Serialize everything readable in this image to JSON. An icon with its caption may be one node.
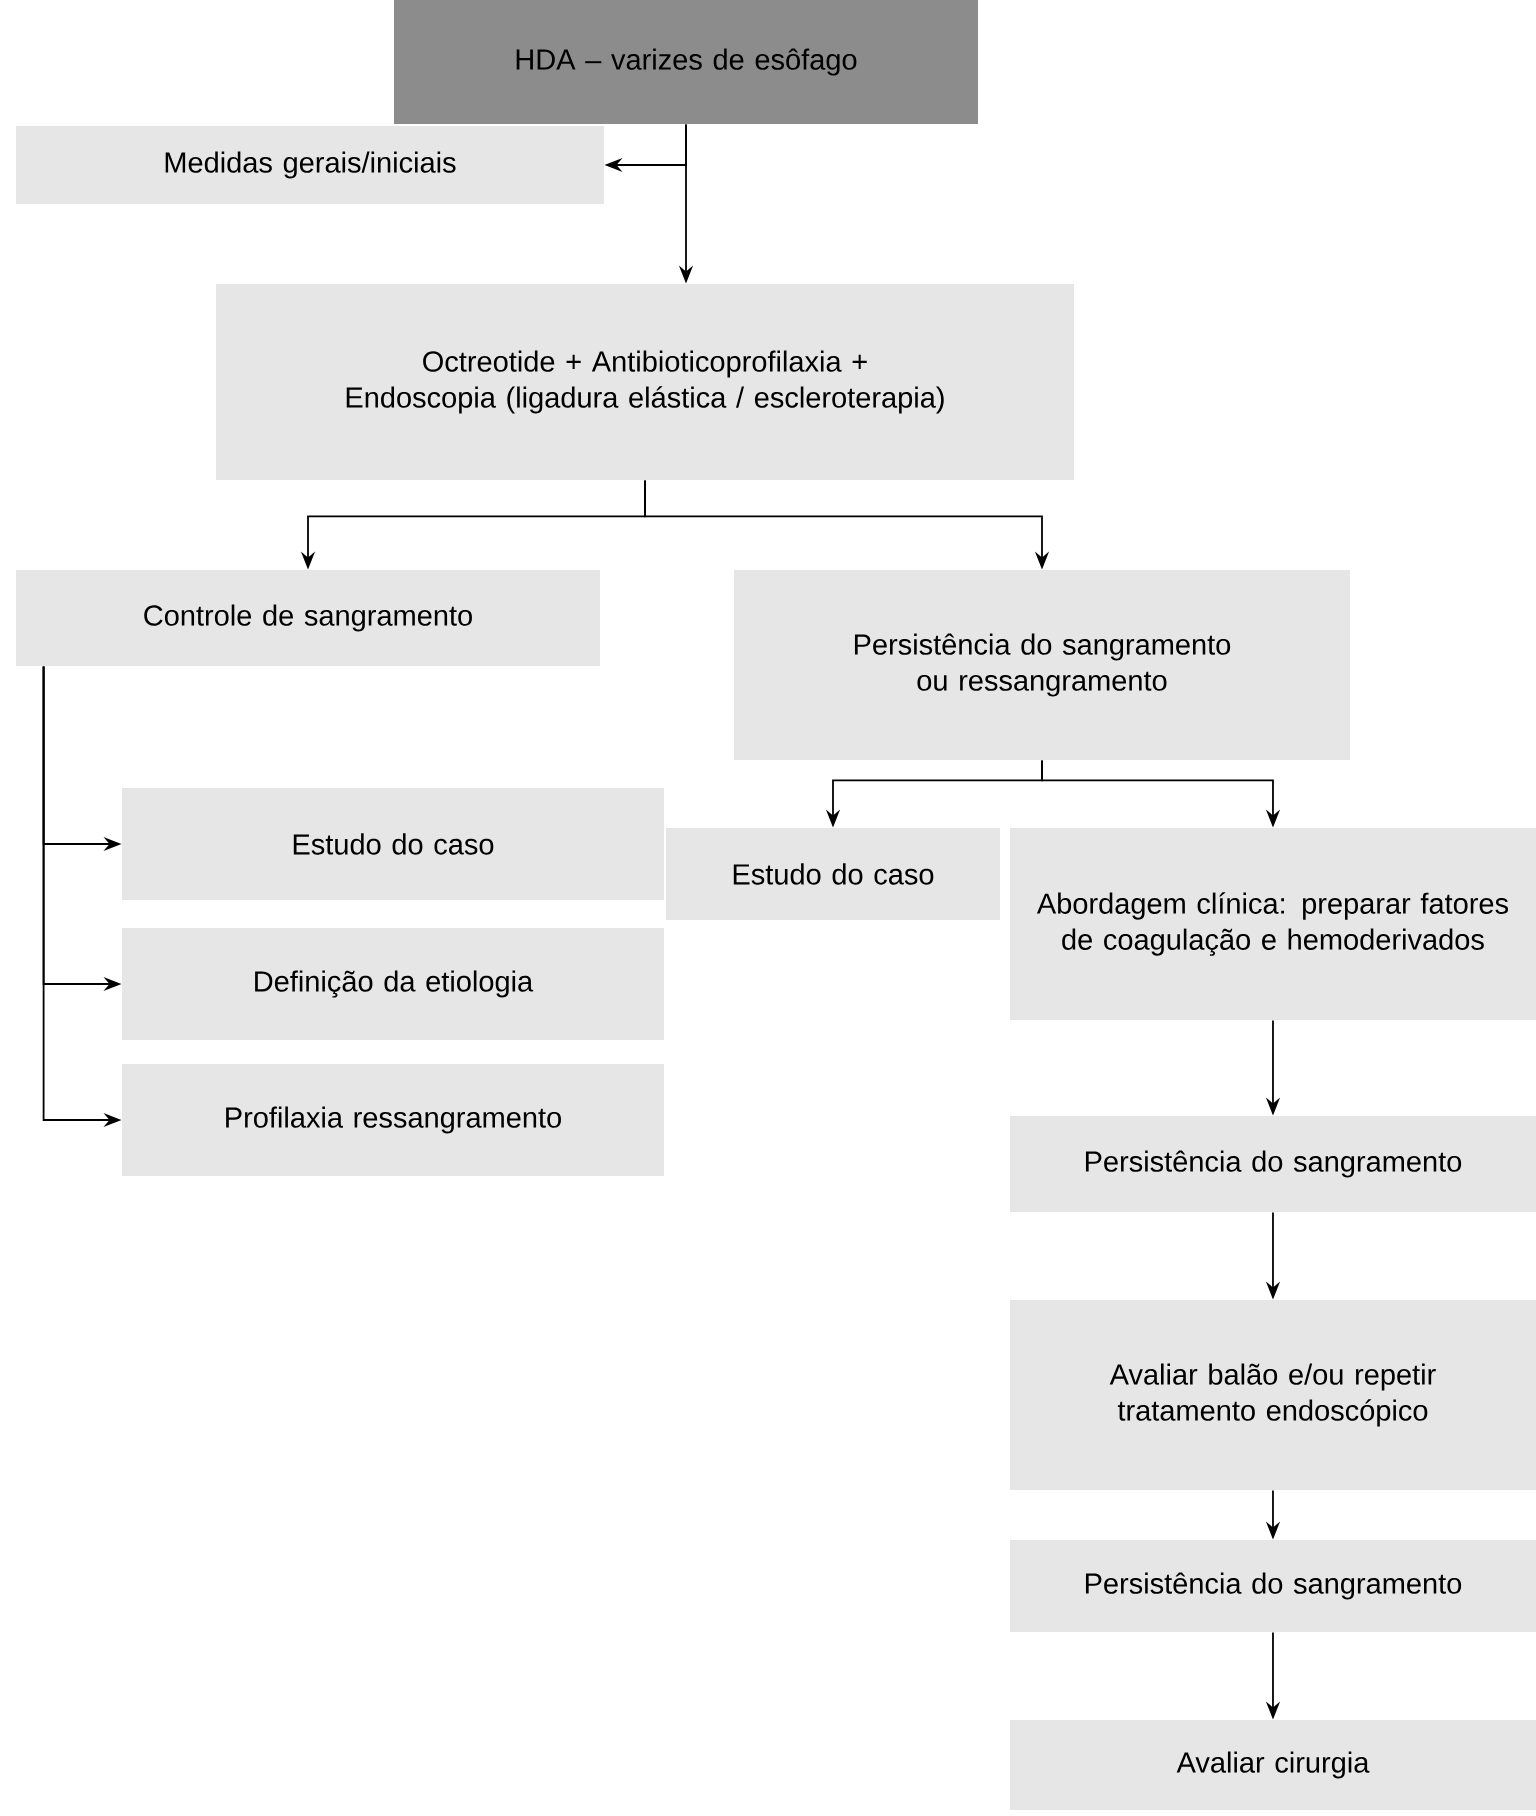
{
  "diagram": {
    "nodes": [
      {
        "text": [
          "HDA – varizes de esôfago"
        ]
      },
      {
        "text": [
          "Medidas gerais/iniciais"
        ]
      },
      {
        "text": [
          "Octreotide + Antibioticoprofilaxia + Endoscopia (ligadura elástica / escleroterapia)"
        ]
      },
      {
        "text": [
          "Controle de sangramento"
        ]
      },
      {
        "text": [
          "Persistência do sangramento ou ressangramento"
        ]
      },
      {
        "text": [
          "Estudo do caso"
        ]
      },
      {
        "text": [
          "Definição da etiologia"
        ]
      },
      {
        "text": [
          "Profilaxia ressangramento"
        ]
      },
      {
        "text": [
          "Estudo do caso"
        ]
      },
      {
        "text": [
          "Abordagem clínica: preparar fatores de coagulação e hemoderivados"
        ]
      },
      {
        "text": [
          "Persistência do sangramento"
        ]
      },
      {
        "text": [
          "Avaliar balão e/ou repetir tratamento endoscópico"
        ]
      },
      {
        "text": [
          "Persistência do sangramento"
        ]
      },
      {
        "text": [
          "Avaliar cirurgia"
        ]
      }
    ],
    "edges": [
      {
        "from": 0,
        "to": 1,
        "arrow": "to"
      },
      {
        "from": 0,
        "to": 2,
        "arrow": "to"
      },
      {
        "from": 2,
        "to": 3,
        "arrow": "to"
      },
      {
        "from": 2,
        "to": 4,
        "arrow": "to"
      },
      {
        "from": 3,
        "to": 5,
        "arrow": "to"
      },
      {
        "from": 3,
        "to": 6,
        "arrow": "to"
      },
      {
        "from": 3,
        "to": 7,
        "arrow": "to"
      },
      {
        "from": 4,
        "to": 8,
        "arrow": "to"
      },
      {
        "from": 4,
        "to": 9,
        "arrow": "to"
      },
      {
        "from": 9,
        "to": 10,
        "arrow": "to"
      },
      {
        "from": 10,
        "to": 11,
        "arrow": "to"
      },
      {
        "from": 11,
        "to": 12,
        "arrow": "to"
      },
      {
        "from": 12,
        "to": 13,
        "arrow": "to"
      }
    ]
  }
}
